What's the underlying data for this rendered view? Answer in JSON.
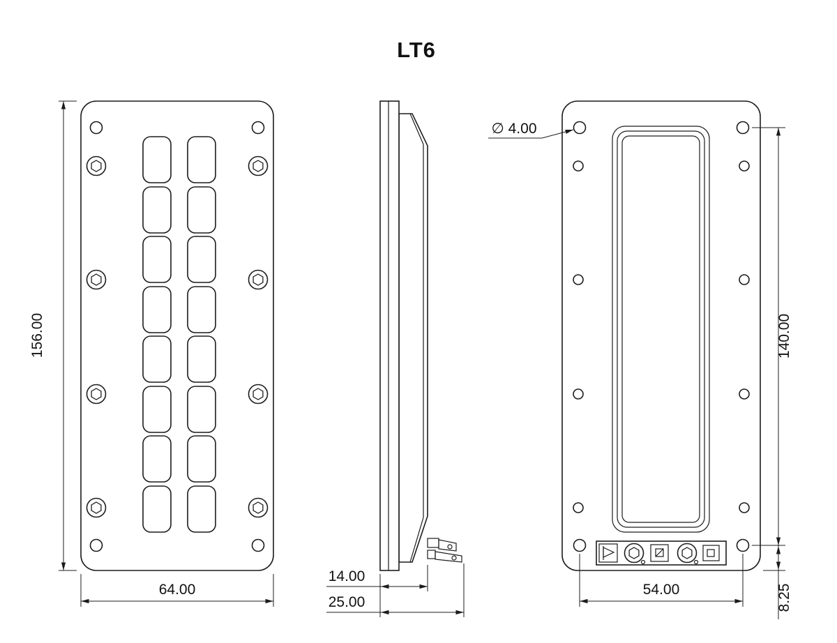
{
  "title": "LT6",
  "front_view": {
    "height_dim": "156.00",
    "width_dim": "64.00"
  },
  "side_view": {
    "depth_dim": "14.00",
    "total_depth_dim": "25.00"
  },
  "back_view": {
    "hole_diameter_callout": "∅ 4.00",
    "vertical_hole_spacing_dim": "140.00",
    "horizontal_hole_spacing_dim": "54.00",
    "bottom_edge_offset_dim": "8.25"
  }
}
